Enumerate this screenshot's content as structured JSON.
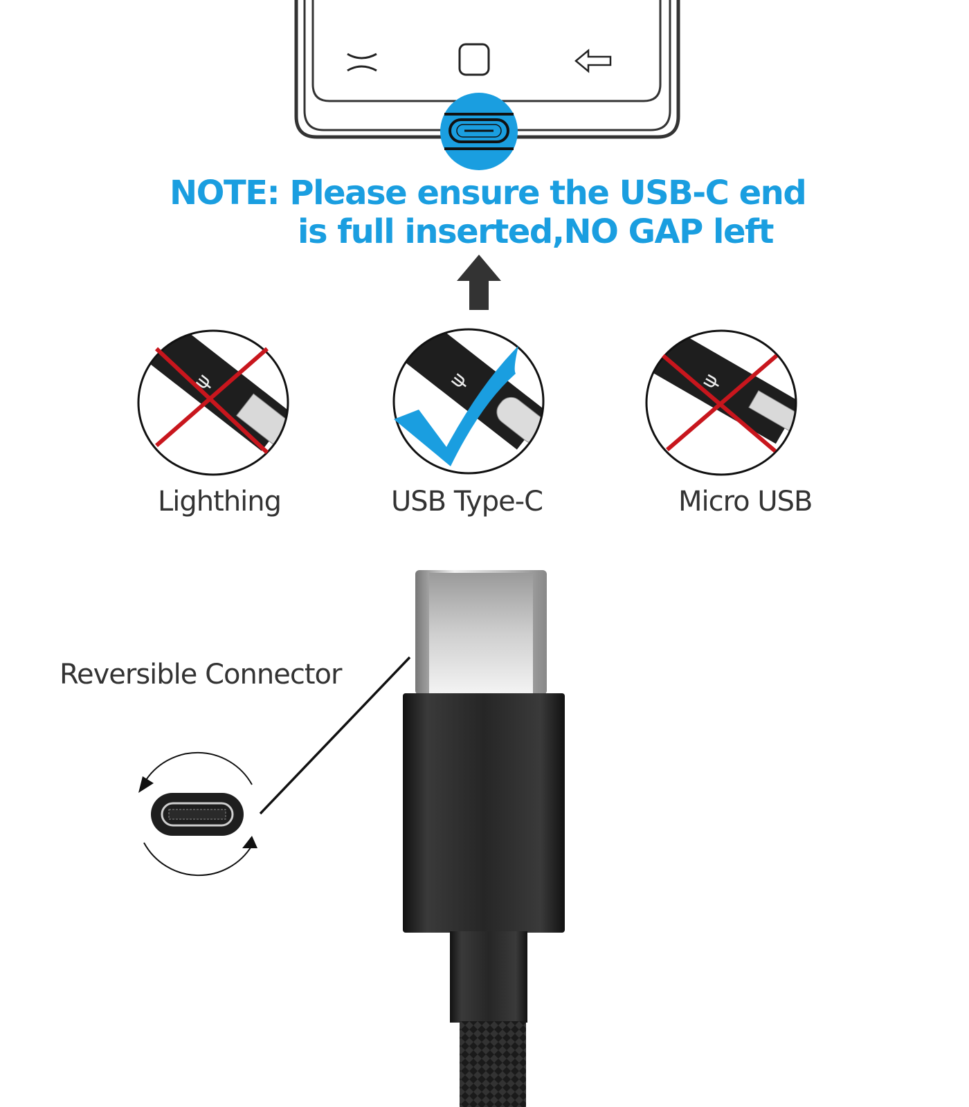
{
  "phone": {
    "nav_buttons": [
      "recents-icon",
      "home-icon",
      "back-icon"
    ],
    "port": "usb-c-port-icon",
    "highlight_color": "#1a9ee0"
  },
  "note": {
    "line1": "NOTE: Please ensure the USB-C end",
    "line2": "is full inserted,NO GAP left",
    "color": "#1a9ee0"
  },
  "connectors": [
    {
      "label": "Lighthing",
      "status": "incorrect",
      "mark": "red-x"
    },
    {
      "label": "USB Type-C",
      "status": "correct",
      "mark": "blue-check"
    },
    {
      "label": "Micro USB",
      "status": "incorrect",
      "mark": "red-x"
    }
  ],
  "reversible": {
    "label": "Reversible Connector"
  },
  "colors": {
    "accent_blue": "#1a9ee0",
    "cross_red": "#c8161d",
    "text_dark": "#333333",
    "connector_black": "#1e1e1e"
  }
}
